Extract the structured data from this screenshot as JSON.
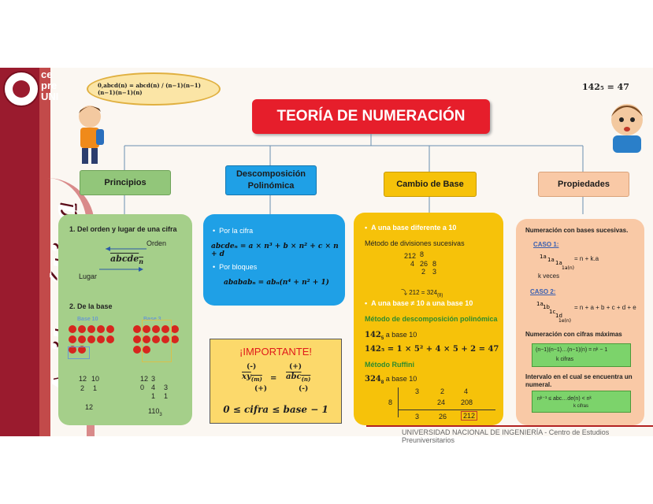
{
  "header": {
    "logo_lines": [
      "ce",
      "pre",
      "UNI"
    ],
    "vertical_title": "Aritmética",
    "title": "TEORÍA DE NUMERACIÓN",
    "bubble_formula": "0,abcd(n) = abcd(n) / (n−1)(n−1)(n−1)(n−1)(n)",
    "top_right_formula": "142₅ = 47"
  },
  "categories": [
    {
      "label": "Principios"
    },
    {
      "label": "Descomposición Polinómica"
    },
    {
      "label": "Cambio de Base"
    },
    {
      "label": "Propiedades"
    }
  ],
  "principios": {
    "h1": "1. Del orden y lugar de una cifra",
    "orden": "Orden",
    "number": "abcde",
    "number_sub": "n",
    "lugar": "Lugar",
    "h2": "2. De la base",
    "base10": "Base 10",
    "base3": "Base 3",
    "l1": "12",
    "l2": "10",
    "l3": "2",
    "l4": "1",
    "l5": "12",
    "r1": "12",
    "r2": "3",
    "r3": "0",
    "r4": "4",
    "r5": "3",
    "r6": "1",
    "r7": "1",
    "r8": "110",
    "r8_sub": "3"
  },
  "descomposicion": {
    "b1": "Por la cifra",
    "f1": "abcdeₙ = a × n³ + b × n² + c × n + d",
    "b2": "Por bloques",
    "f2": "abababₙ = abₙ(n⁴ + n² + 1)"
  },
  "importante": {
    "title": "¡IMPORTANTE!",
    "m1": "(-)",
    "m2": "(+)",
    "lhs": "xy",
    "lhs_sub": "(m)",
    "eq": "=",
    "rhs": "abc",
    "rhs_sub": "(n)",
    "m3": "(+)",
    "m4": "(-)",
    "ineq": "0 ≤ cifra ≤ base − 1"
  },
  "cambio": {
    "b1": "A una base diferente a 10",
    "m1": "Método de divisiones sucesivas",
    "d1": "212",
    "d2": "8",
    "d3": "4",
    "d4": "26",
    "d5": "8",
    "d6": "2",
    "d7": "3",
    "res1": "212 = 324",
    "res1_sub": "(8)",
    "b2": "A una base ≠ 10 a una base 10",
    "m2": "Método de descomposición polinómica",
    "p1": "142",
    "p1_sub": "5",
    "p1_tail": "a base 10",
    "p2": "142₅ = 1 × 5² + 4 × 5 + 2 = 47",
    "m3": "Método Ruffini",
    "q1": "324",
    "q1_sub": "8",
    "q1_tail": "a base 10",
    "ru": [
      "3",
      "2",
      "4",
      "8",
      "24",
      "208",
      "3",
      "26",
      "212"
    ]
  },
  "propiedades": {
    "h1": "Numeración con bases sucesivas.",
    "c1": "CASO 1:",
    "c1_expr": "= n + k.a",
    "c1_note": "k veces",
    "c2": "CASO 2:",
    "c2_expr": "= n + a + b + c + d + e",
    "h2": "Numeración con cifras máximas",
    "max_expr": "(n−1)(n−1)…(n−1)(n) = nᵏ − 1",
    "max_note": "k cifras",
    "h3": "Intervalo en el cual se encuentra un numeral.",
    "int_expr": "nᵏ⁻¹ ≤ abc…de(n) < nᵏ",
    "int_note": "k cifras"
  },
  "footer": {
    "text": "UNIVERSIDAD NACIONAL DE INGENIERÍA  - Centro de Estudios Preuniversitarios"
  },
  "colors": {
    "title_red": "#e61e2b",
    "green": "#92c67a",
    "blue": "#1fa0e6",
    "yellow": "#f6c20a",
    "peach": "#f9c9a6",
    "maroon": "#9a1b2e"
  }
}
